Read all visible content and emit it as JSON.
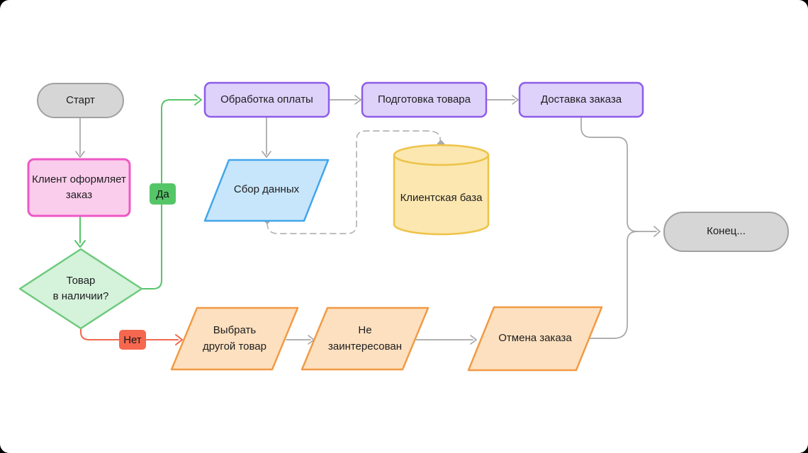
{
  "canvas": {
    "background": "#ffffff",
    "outer_background": "#000000"
  },
  "nodes": {
    "start": {
      "label": "Старт",
      "type": "terminator"
    },
    "order": {
      "label": "Клиент оформляет\nзаказ",
      "type": "process"
    },
    "stock": {
      "label": "Товар\nв наличии?",
      "type": "decision"
    },
    "payment": {
      "label": "Обработка оплаты",
      "type": "process"
    },
    "prepare": {
      "label": "Подготовка товара",
      "type": "process"
    },
    "delivery": {
      "label": "Доставка заказа",
      "type": "process"
    },
    "data_collect": {
      "label": "Сбор данных",
      "type": "io"
    },
    "client_db": {
      "label": "Клиентская база",
      "type": "database"
    },
    "choose_other": {
      "label": "Выбрать\nдругой товар",
      "type": "io"
    },
    "not_interested": {
      "label": "Не\nзаинтересован",
      "type": "io"
    },
    "cancel": {
      "label": "Отмена заказа",
      "type": "io"
    },
    "end": {
      "label": "Конец...",
      "type": "terminator"
    }
  },
  "edge_labels": {
    "yes": "Да",
    "no": "Нет"
  },
  "edges": [
    {
      "from": "start",
      "to": "order",
      "color": "gray",
      "style": "solid"
    },
    {
      "from": "order",
      "to": "stock",
      "color": "green",
      "style": "solid"
    },
    {
      "from": "stock",
      "to": "payment",
      "color": "green",
      "style": "solid",
      "label": "Да"
    },
    {
      "from": "stock",
      "to": "choose_other",
      "color": "red",
      "style": "solid",
      "label": "Нет"
    },
    {
      "from": "payment",
      "to": "prepare",
      "color": "gray",
      "style": "solid"
    },
    {
      "from": "prepare",
      "to": "delivery",
      "color": "gray",
      "style": "solid"
    },
    {
      "from": "payment",
      "to": "data_collect",
      "color": "gray",
      "style": "solid"
    },
    {
      "from": "data_collect",
      "to": "client_db",
      "color": "gray",
      "style": "dashed"
    },
    {
      "from": "choose_other",
      "to": "not_interested",
      "color": "gray",
      "style": "solid"
    },
    {
      "from": "not_interested",
      "to": "cancel",
      "color": "gray",
      "style": "solid"
    },
    {
      "from": "delivery",
      "to": "end",
      "color": "gray",
      "style": "solid"
    },
    {
      "from": "cancel",
      "to": "end",
      "color": "gray",
      "style": "solid"
    }
  ],
  "colors": {
    "terminator_fill": "#d6d6d6",
    "terminator_stroke": "#a1a1a1",
    "pink_fill": "#fbcdec",
    "pink_stroke": "#ee58c5",
    "green_fill": "#d5f2db",
    "green_stroke": "#6eca7e",
    "purple_fill": "#ded2fa",
    "purple_stroke": "#8e5ce8",
    "blue_fill": "#c8e6fb",
    "blue_stroke": "#42a6ec",
    "yellow_fill": "#fbe7af",
    "yellow_stroke": "#edc348",
    "orange_fill": "#fde0bf",
    "orange_stroke": "#f29a45",
    "edge_gray": "#a6a6a6",
    "edge_green": "#57c46a",
    "edge_red": "#f26950",
    "edge_dashed": "#b5b5b5",
    "label_yes_bg": "#55c667",
    "label_no_bg": "#f5674e",
    "text": "#1d1d1f"
  }
}
